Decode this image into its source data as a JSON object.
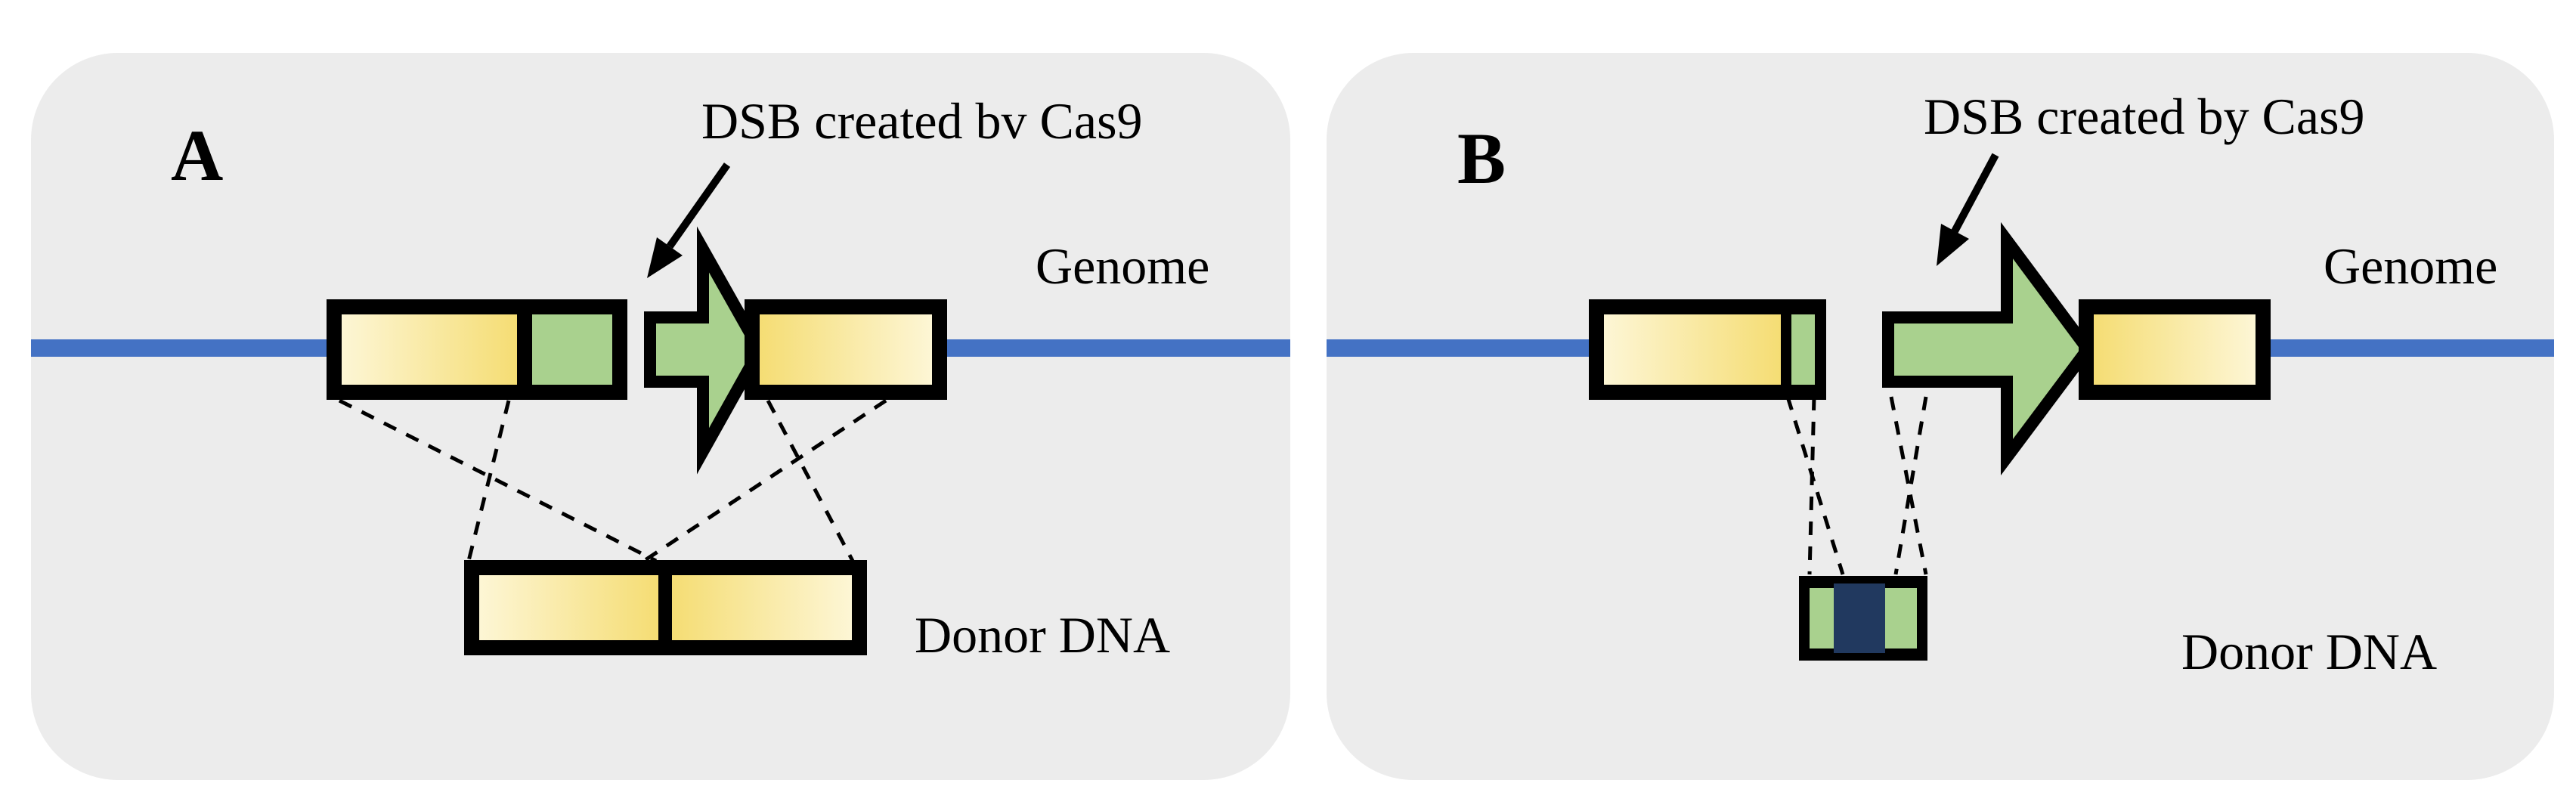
{
  "figure": {
    "description": "Two-panel schematic of Cas9-induced double-strand break repair with donor DNA",
    "panels": [
      {
        "id": "A",
        "label": "A",
        "dsb_annotation": "DSB created bv Cas9",
        "genome_label": "Genome",
        "donor_label": "Donor DNA"
      },
      {
        "id": "B",
        "label": "B",
        "dsb_annotation": "DSB created by Cas9",
        "genome_label": "Genome",
        "donor_label": "Donor DNA"
      }
    ],
    "colors": {
      "panel_background": "#ececec",
      "genome_line": "#4472c4",
      "gene_yellow_light": "#fdf6d5",
      "gene_yellow_gold": "#f5dd74",
      "insert_green": "#a9d18e",
      "insert_navy": "#21395f",
      "outline_black": "#000000"
    }
  }
}
